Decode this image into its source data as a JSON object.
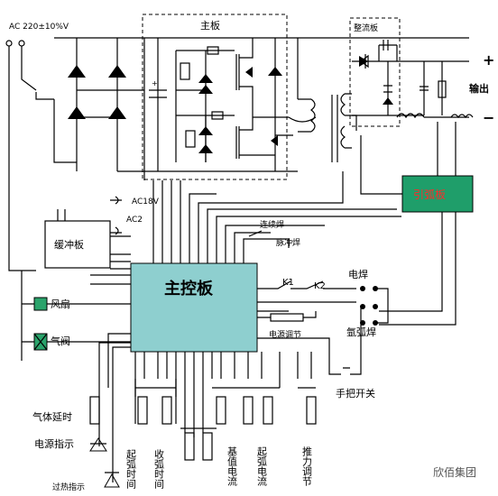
{
  "labels": {
    "ac_input": "AC 220±10%V",
    "main_board": "主板",
    "rectifier_board": "整流板",
    "output": "输出",
    "plus": "+",
    "minus": "−",
    "arc_starter": "引弧板",
    "ac18v": "AC18V",
    "ac2": "AC2",
    "buffer_board": "缓冲板",
    "continuous": "连续焊",
    "pulse": "脉冲焊",
    "main_control": "主控板",
    "k1": "K1",
    "k2": "K2",
    "electric_weld": "电焊",
    "argon_weld": "氩弧焊",
    "fan": "风扇",
    "gas_valve": "气阀",
    "power_adjust": "电源调节",
    "gas_delay": "气体延时",
    "power_indicator": "电源指示",
    "overheat_indicator": "过热指示",
    "handle_switch": "手把开关",
    "arc_start_time": "起弧时间",
    "arc_end_time": "收弧时间",
    "base_current": "基值电流",
    "arc_start_current": "起弧电流",
    "thrust_adjust": "推力调节",
    "watermark": "欣佰集团"
  },
  "colors": {
    "main_control_fill": "#8ecfcf",
    "arc_starter_fill": "#1f9e6a",
    "arc_starter_text": "#ff2a2a",
    "fan_fill": "#2aa36b",
    "gas_valve_fill": "#2aa36b",
    "line": "#000000"
  }
}
